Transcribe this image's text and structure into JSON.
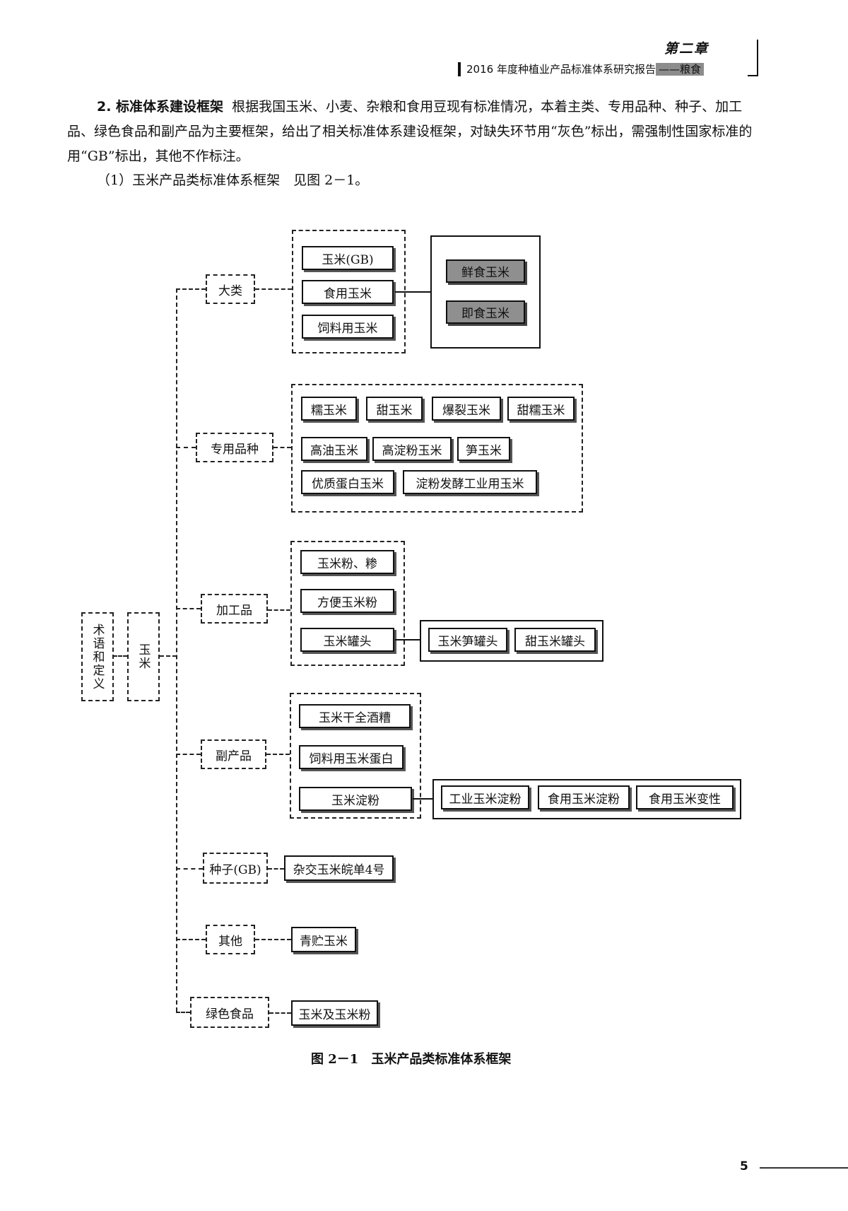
{
  "header": {
    "chapter": "第二章",
    "report_title_prefix": "2016 年度种植业产品标准体系研究报告",
    "report_title_highlight": "——粮食"
  },
  "body": {
    "section_heading": "2. 标准体系建设框架",
    "section_text": "根据我国玉米、小麦、杂粮和食用豆现有标准情况，本着主类、专用品种、种子、加工品、绿色食品和副产品为主要框架，给出了相关标准体系建设框架，对缺失环节用“灰色”标出，需强制性国家标准的用“GB”标出，其他不作标注。",
    "subsection": "（1）玉米产品类标准体系框架　见图 2－1。"
  },
  "diagram": {
    "terms": "术语和定义",
    "root": "玉米",
    "branches": {
      "dalei": {
        "label": "大类",
        "items": [
          "玉米(GB)",
          "食用玉米",
          "饲料用玉米"
        ],
        "sub_items": [
          "鲜食玉米",
          "即食玉米"
        ]
      },
      "zhuanyong": {
        "label": "专用品种",
        "items": [
          "糯玉米",
          "甜玉米",
          "爆裂玉米",
          "甜糯玉米",
          "高油玉米",
          "高淀粉玉米",
          "笋玉米",
          "优质蛋白玉米",
          "淀粉发酵工业用玉米"
        ]
      },
      "jiagong": {
        "label": "加工品",
        "items": [
          "玉米粉、糁",
          "方便玉米粉",
          "玉米罐头"
        ],
        "sub_items": [
          "玉米笋罐头",
          "甜玉米罐头"
        ]
      },
      "fuchanpin": {
        "label": "副产品",
        "items": [
          "玉米干全酒糟",
          "饲料用玉米蛋白",
          "玉米淀粉"
        ],
        "sub_items": [
          "工业玉米淀粉",
          "食用玉米淀粉",
          "食用玉米变性"
        ]
      },
      "zhongzi": {
        "label": "种子(GB)",
        "items": [
          "杂交玉米皖单4号"
        ]
      },
      "qita": {
        "label": "其他",
        "items": [
          "青贮玉米"
        ]
      },
      "lvse": {
        "label": "绿色食品",
        "items": [
          "玉米及玉米粉"
        ]
      }
    },
    "gray_color": "#8f8f8f"
  },
  "caption": "图 2－1　玉米产品类标准体系框架",
  "page_number": "5"
}
